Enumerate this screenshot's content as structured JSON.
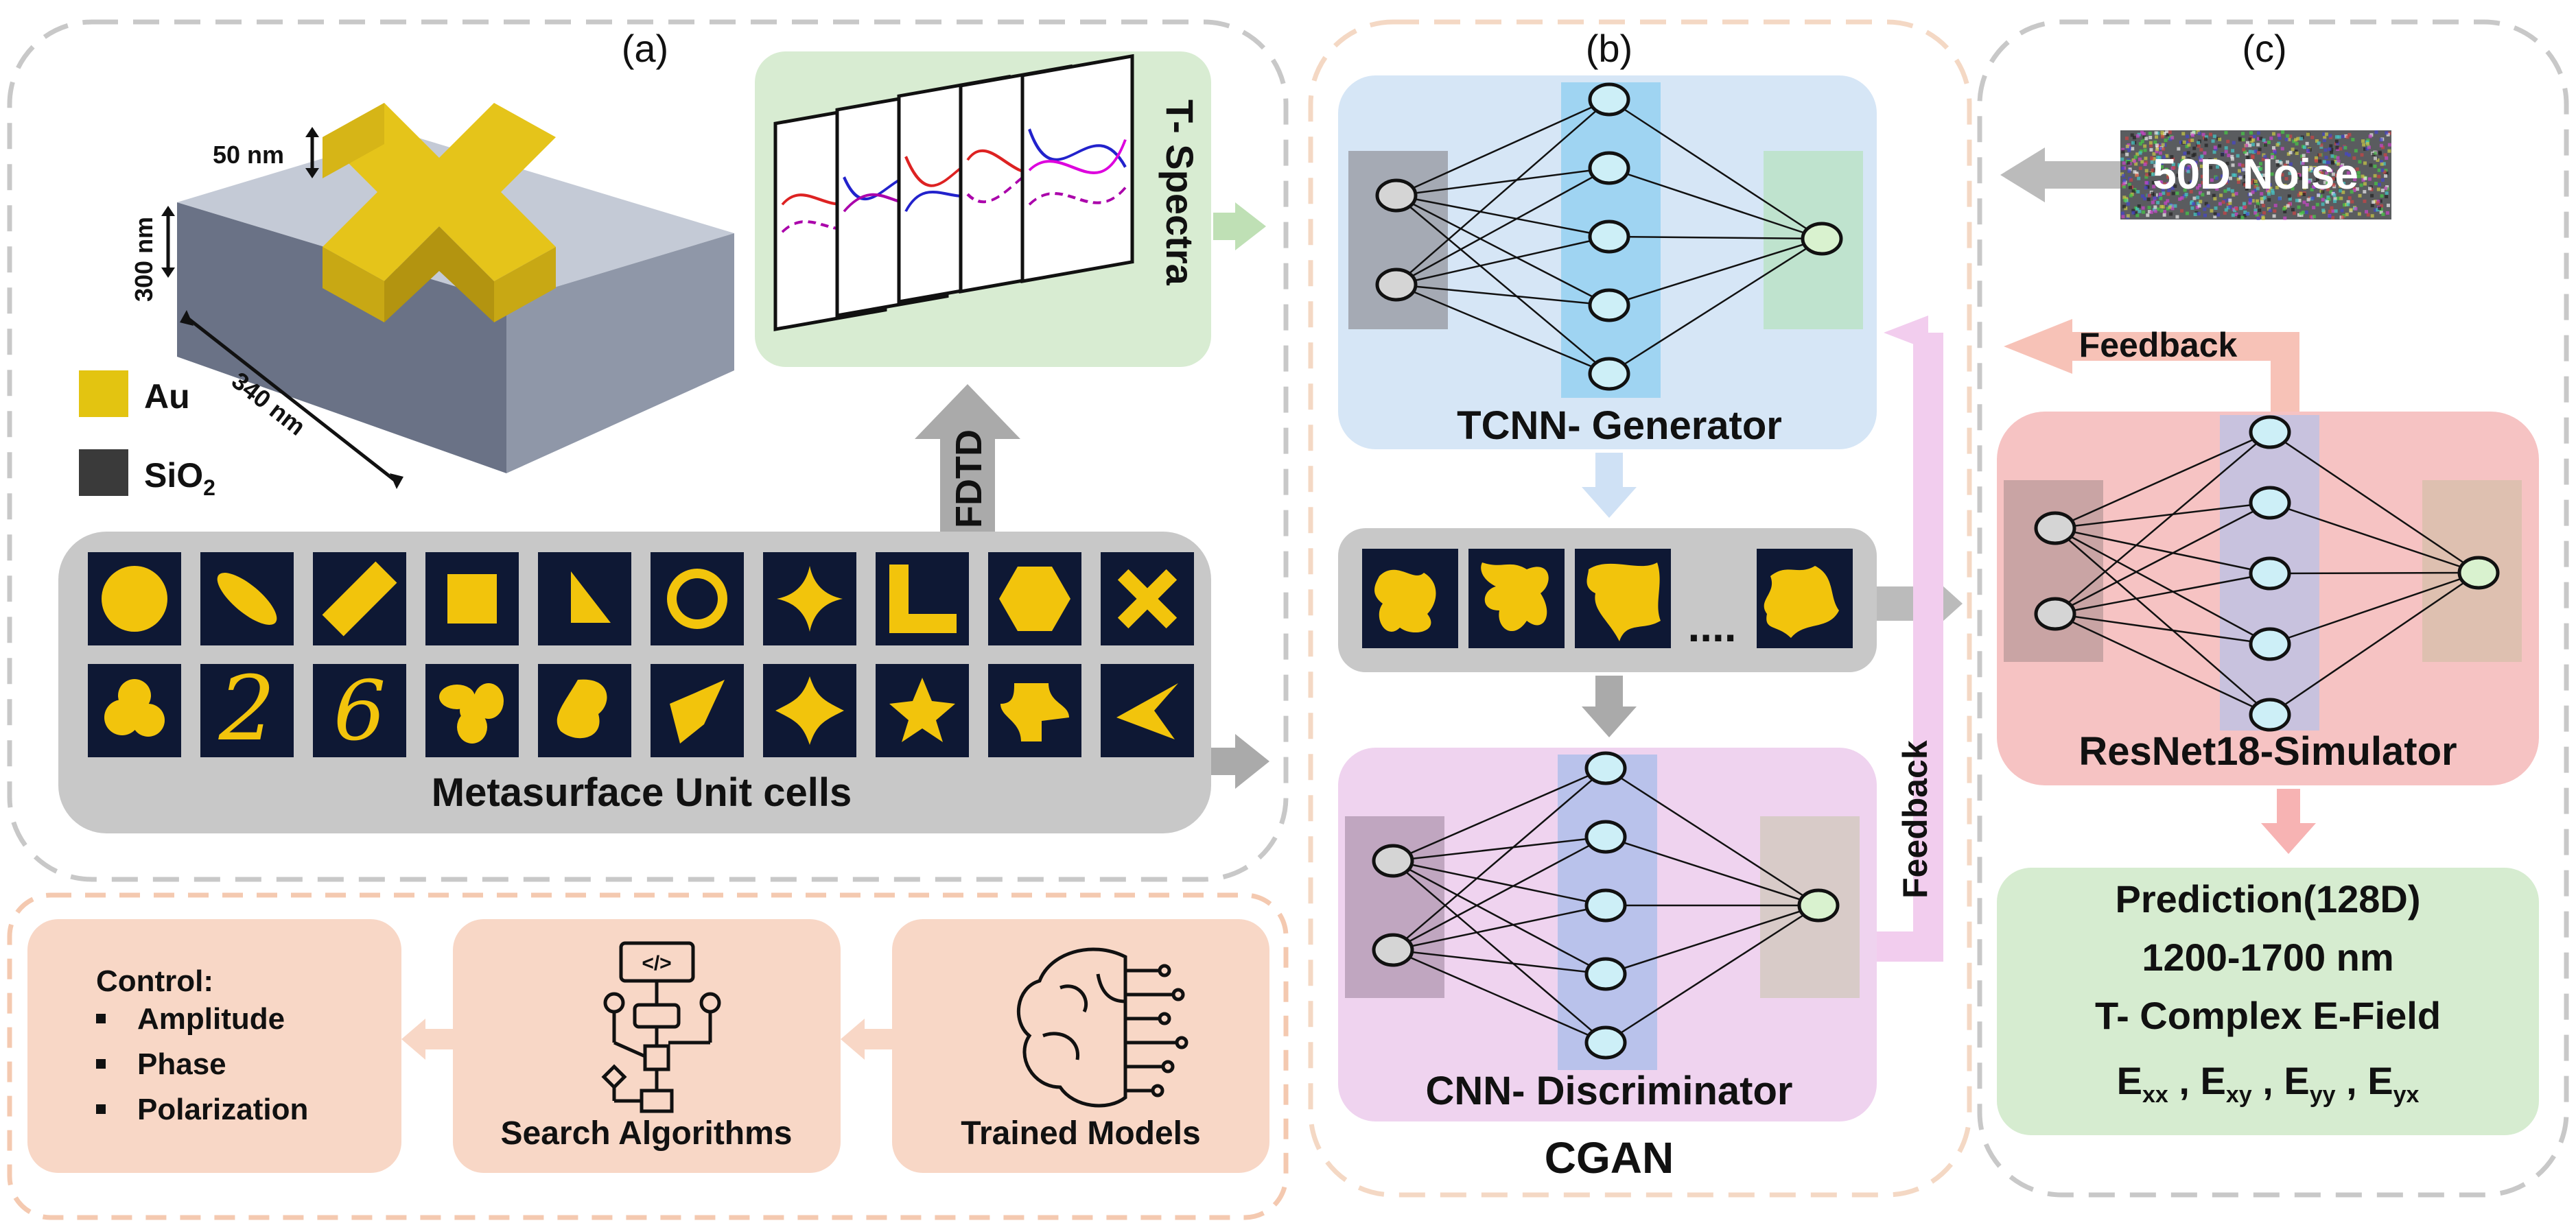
{
  "panels": {
    "a": {
      "label": "(a)"
    },
    "b": {
      "label": "(b)",
      "caption": "CGAN"
    },
    "c": {
      "label": "(c)"
    }
  },
  "unit_cell": {
    "dim_top": "50 nm",
    "dim_height": "300 nm",
    "dim_width": "340 nm",
    "legend_au": "Au",
    "legend_sio2_main": "SiO",
    "legend_sio2_sub": "2",
    "colors": {
      "gold": "#e3c411",
      "substrate": "#9fa7b7",
      "dark": "#3a3a3a"
    }
  },
  "spectra": {
    "label": "T- Spectra",
    "arrow_label": "FDTD"
  },
  "metasurface": {
    "label": "Metasurface Unit cells",
    "shape_count": 20
  },
  "bottom_row": {
    "control_title": "Control:",
    "control_items": [
      "Amplitude",
      "Phase",
      "Polarization"
    ],
    "search": "Search Algorithms",
    "trained": "Trained Models",
    "icons": [
      "flowchart-icon",
      "brain-circuit-icon"
    ]
  },
  "generator": {
    "label": "TCNN- Generator"
  },
  "discriminator": {
    "label": "CNN- Discriminator"
  },
  "generated_dots": "....",
  "feedback_b": "Feedback",
  "noise": {
    "label": "50D Noise"
  },
  "simulator": {
    "label": "ResNet18-Simulator"
  },
  "feedback_c": "Feedback",
  "prediction": {
    "line1": "Prediction(128D)",
    "line2": "1200-1700 nm",
    "line3": "T- Complex E-Field",
    "fields": [
      {
        "main": "E",
        "sub": "xx"
      },
      {
        "main": "E",
        "sub": "xy"
      },
      {
        "main": "E",
        "sub": "yy"
      },
      {
        "main": "E",
        "sub": "yx"
      }
    ]
  }
}
